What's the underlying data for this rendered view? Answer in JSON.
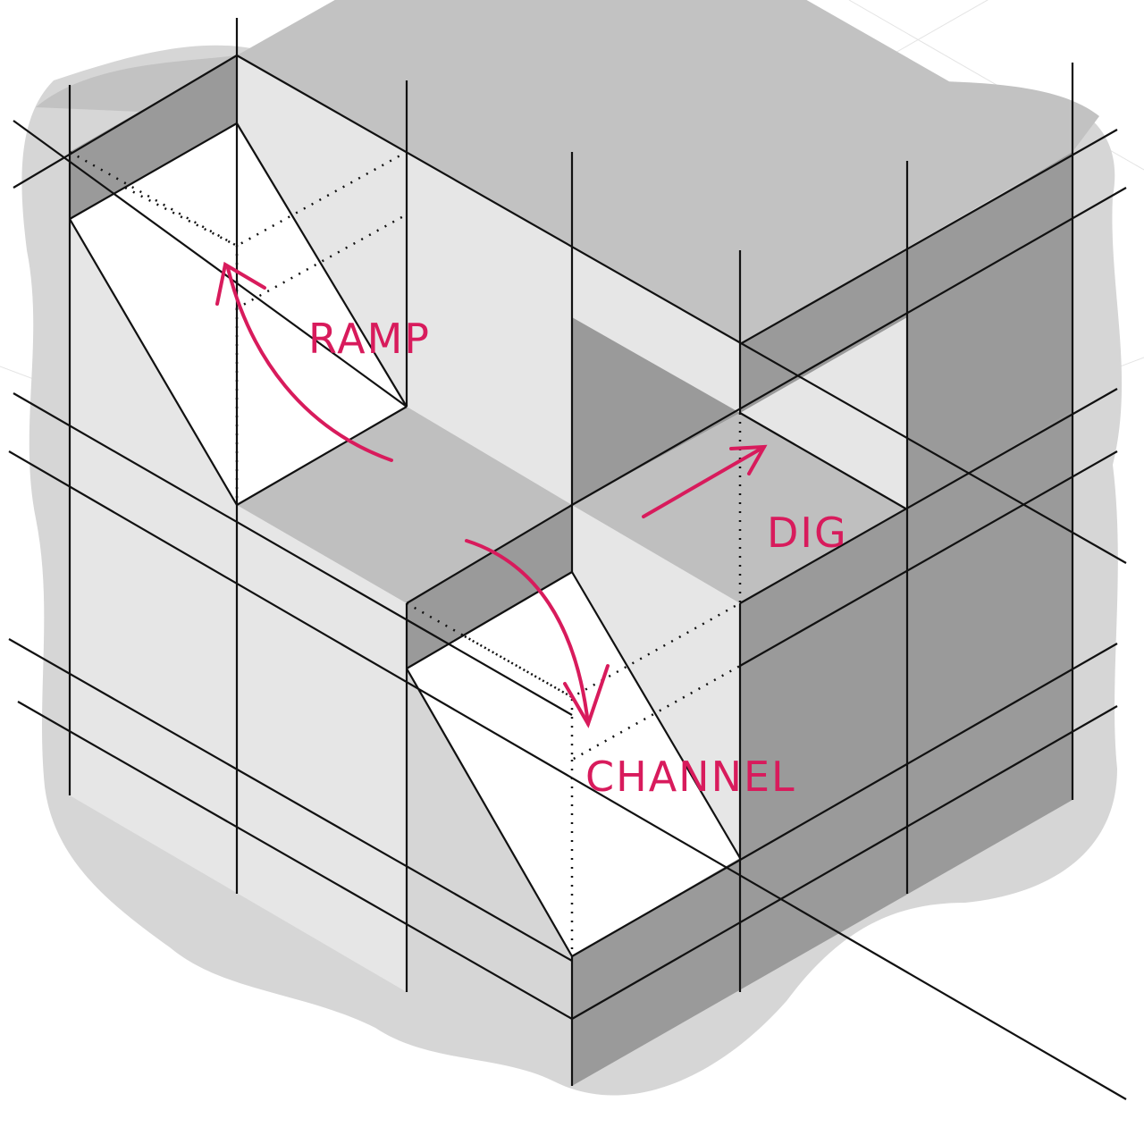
{
  "labels": {
    "ramp": "RAMP",
    "dig": "DIG",
    "channel": "CHANNEL"
  },
  "colors": {
    "accent": "#d81b5c",
    "light": "#e6e6e6",
    "mid": "#bfbfbf",
    "dark": "#9a9a9a",
    "blob": "#d6d6d6"
  }
}
